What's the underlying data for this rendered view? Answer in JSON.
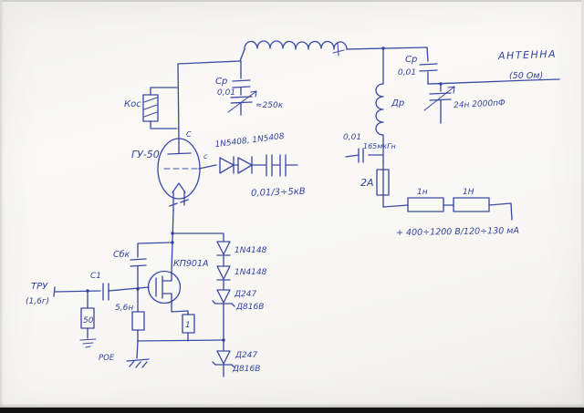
{
  "labels": {
    "antenna": "АНТЕННА",
    "antenna_note": "(50 Ом)",
    "cap_cr_left_name": "Ср",
    "cap_cr_left_value": "0,01",
    "varcap_left_value": "≈250к",
    "coil_feedback": "Кос",
    "tube": "ГУ-50",
    "tube_pin_anode": "С",
    "tube_pin_grid": "с",
    "diodes_hv": "1N5408, 1N5408",
    "cap_hv_value": "0,01/3÷5кВ",
    "cap_cr_right_name": "Ср",
    "cap_cr_right_value": "0,01",
    "varcap_right_value": "24н 2000пФ",
    "choke_name": "Др",
    "choke_value": "165мкГн",
    "cap_bypass_value": "0,01",
    "fuse_value": "2А",
    "filter_a": "1н",
    "filter_b": "1Н",
    "supply": "+ 400÷1200 В/120÷130 мА",
    "cap_sbk": "Сбк",
    "transistor": "КП901А",
    "diode_a": "1N4148",
    "diode_b": "1N4148",
    "zener_top_1": "Д247",
    "zener_top_2": "Д816В",
    "zener_bot_1": "Д247",
    "zener_bot_2": "Д816В",
    "input_name": "ТРУ",
    "input_note": "(1,6г)",
    "cap_c1": "С1",
    "res_50": "50",
    "comp_56n": "5,6н",
    "res_1": "1",
    "gnd_label": "РОЕ"
  }
}
